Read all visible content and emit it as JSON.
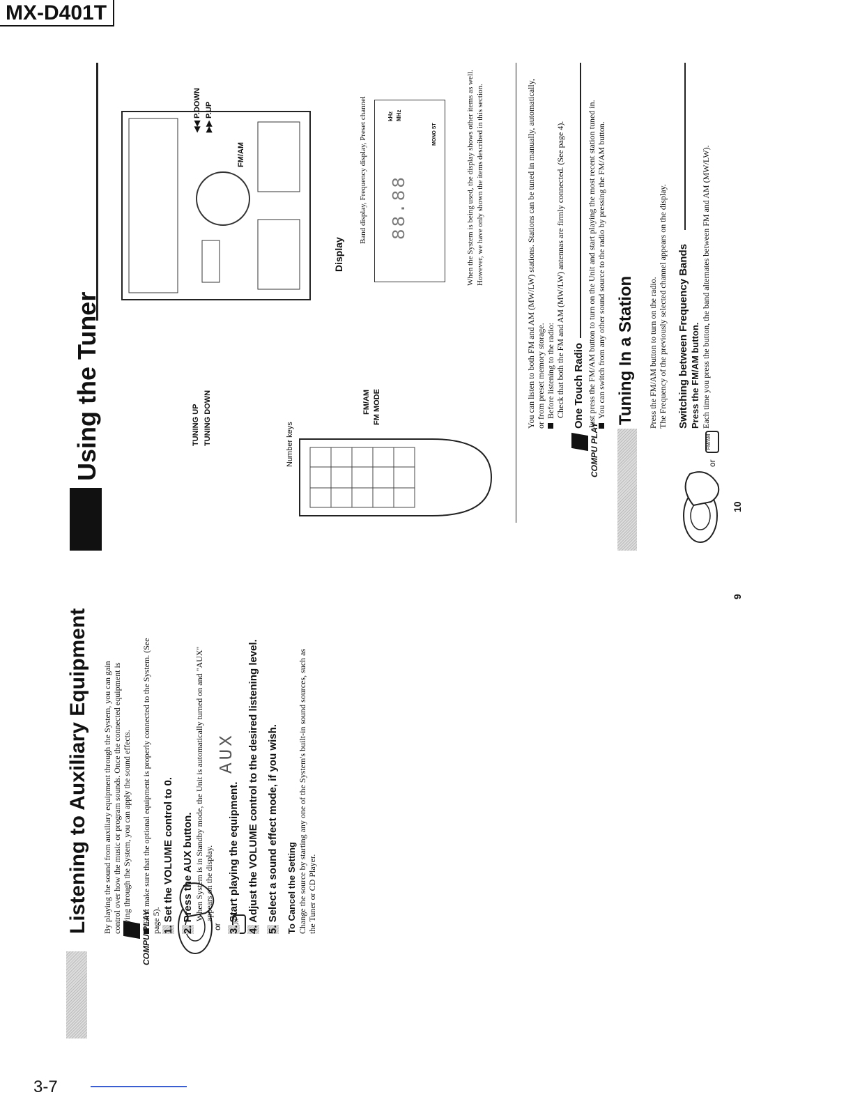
{
  "header": {
    "model": "MX-D401T"
  },
  "footer": {
    "page_label": "3-7",
    "page_left": "9",
    "page_right": "10"
  },
  "left": {
    "title": "Listening to Auxiliary Equipment",
    "intro": "By playing the sound from auxiliary equipment through the System, you can gain control over how the music or program sounds. Once the connected equipment is playing through the System, you can apply the sound effects.",
    "note": "First make sure that the optional equipment is properly connected to the System. (See page 5).",
    "steps": [
      {
        "num": "1.",
        "text": "Set the VOLUME control to 0."
      },
      {
        "num": "2.",
        "text": "Press the AUX button.",
        "sub": "When System is in Standby mode, the Unit is automatically turned on and \"AUX\" appears on the display."
      },
      {
        "num": "3.",
        "text": "Start playing the equipment."
      },
      {
        "num": "4.",
        "text": "Adjust the VOLUME control to the desired listening level."
      },
      {
        "num": "5.",
        "text": "Select a sound effect mode, if you wish."
      }
    ],
    "cancel_title": "To Cancel the Setting",
    "cancel_text": "Change the source by starting any one of the System's built-in sound sources, such as the Tuner or CD Player.",
    "display_aux": "AUX",
    "or": "or",
    "aux_btn": "AUX",
    "compu_logo": "COMPU PLAY"
  },
  "right": {
    "title": "Using the Tuner",
    "labels": {
      "tuning_up": "TUNING UP",
      "tuning_down": "TUNING DOWN",
      "pdown": "◀◀ P.DOWN",
      "pup": "▶▶ P.UP",
      "fmam": "FM/AM",
      "number_keys": "Number keys",
      "fmam_remote": "FM/AM",
      "fm_mode": "FM MODE"
    },
    "display_title": "Display",
    "display_caption": "Band display, Frequency display, Preset channel",
    "display_unit_khz": "kHz",
    "display_unit_mhz": "MHz",
    "display_mono": "MONO ST",
    "display_note_1": "When the System is being used, the display shows other items as well.",
    "display_note_2": "However, we have only shown the items described in this section.",
    "intro_1": "You can listen to both FM and AM (MW/LW) stations. Stations can be tuned in manually, automatically,",
    "intro_2": "or from preset memory storage.",
    "before": "Before listening to the radio:",
    "check": "Check that both the FM and AM (MW/LW) antennas are firmly connected. (See page 4).",
    "otr_title": "One Touch Radio",
    "otr_1": "Just press the FM/AM button to turn on the Unit and start playing the most recent station tuned in.",
    "otr_2": "You can switch from any other sound source to the radio by pressing the FM/AM button.",
    "tuning_title": "Tuning In a Station",
    "tuning_1": "Press the FM/AM button to turn on the radio.",
    "tuning_2": "The Frequency of the previously selected channel appears on the display.",
    "sw_title": "Switching between Frequency Bands",
    "sw_sub": "Press the FM/AM button.",
    "sw_text": "Each time you press the button, the band alternates between FM and AM (MW/LW).",
    "or": "or",
    "fmam_btn": "FM/AM",
    "compu_logo": "COMPU PLAY"
  }
}
